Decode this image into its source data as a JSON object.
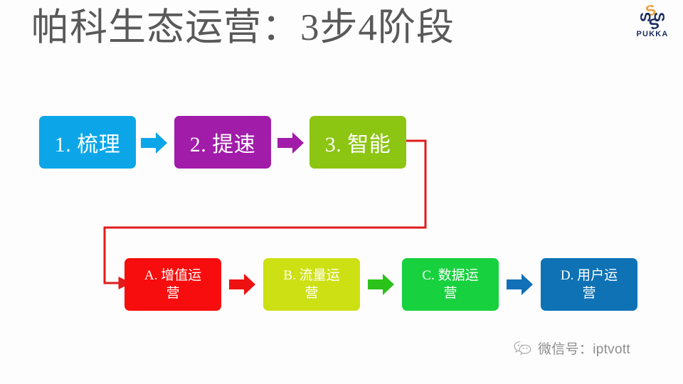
{
  "slide": {
    "title": "帕科生态运营：3步4阶段",
    "title_color": "#595959",
    "background": "#fdfdfd"
  },
  "logo": {
    "name": "pukka-logo",
    "wordmark": "PUKKA",
    "navy": "#1b2d5e",
    "orange": "#e8a33d"
  },
  "steps": [
    {
      "id": "step-1",
      "label": "1. 梳理",
      "color": "#0ca6e8",
      "text_color": "#ffffff"
    },
    {
      "id": "step-2",
      "label": "2. 提速",
      "color": "#a11ca8",
      "text_color": "#ffffff"
    },
    {
      "id": "step-3",
      "label": "3. 智能",
      "color": "#8cc512",
      "text_color": "#ffffff"
    }
  ],
  "step_arrows": [
    {
      "id": "step-arrow-1-2",
      "color": "#0ca6e8"
    },
    {
      "id": "step-arrow-2-3",
      "color": "#a11ca8"
    }
  ],
  "stages": [
    {
      "id": "stage-a",
      "line1": "A. 增值运",
      "line2": "营",
      "color": "#f70d0d",
      "text_color": "#ffffff"
    },
    {
      "id": "stage-b",
      "line1": "B. 流量运",
      "line2": "营",
      "color": "#cde014",
      "text_color": "#ffffff"
    },
    {
      "id": "stage-c",
      "line1": "C. 数据运",
      "line2": "营",
      "color": "#17d13e",
      "text_color": "#ffffff"
    },
    {
      "id": "stage-d",
      "line1": "D. 用户运",
      "line2": "营",
      "color": "#0f72b5",
      "text_color": "#ffffff"
    }
  ],
  "stage_arrows": [
    {
      "id": "stage-arrow-a-b",
      "color": "#ee1111"
    },
    {
      "id": "stage-arrow-b-c",
      "color": "#2bc21b"
    },
    {
      "id": "stage-arrow-c-d",
      "color": "#1170b8"
    }
  ],
  "connector": {
    "id": "step3-to-stage-a-connector",
    "color": "#e01b1b",
    "from": "3. 智能",
    "to": "A. 增值运营"
  },
  "watermark": {
    "text": "微信号：iptvott",
    "icon": "wechat-icon",
    "color": "#8d8d8d"
  }
}
